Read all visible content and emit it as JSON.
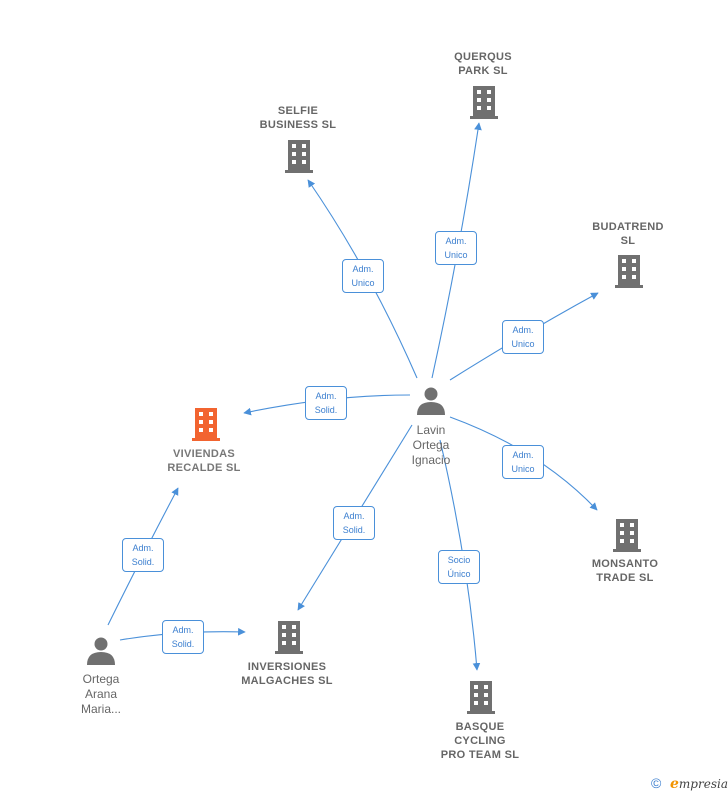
{
  "nodes": {
    "selfie": "SELFIE\nBUSINESS  SL",
    "querqus": "QUERQUS\nPARK  SL",
    "budatrend": "BUDATREND\nSL",
    "viviendas": "VIVIENDAS\nRECALDE SL",
    "monsanto": "MONSANTO\nTRADE  SL",
    "inversiones": "INVERSIONES\nMALGACHES SL",
    "basque": "BASQUE\nCYCLING\nPRO TEAM  SL"
  },
  "persons": {
    "lavin": "Lavin\nOrtega\nIgnacio",
    "ortega": "Ortega\nArana\nMaria..."
  },
  "edges": {
    "selfie": "Adm.\nUnico",
    "querqus": "Adm.\nUnico",
    "budatrend": "Adm.\nUnico",
    "viviendas_lavin": "Adm.\nSolid.",
    "monsanto": "Adm.\nUnico",
    "inversiones_lavin": "Adm.\nSolid.",
    "basque": "Socio\nÚnico",
    "viviendas_ortega": "Adm.\nSolid.",
    "inversiones_ortega": "Adm.\nSolid."
  },
  "colors": {
    "building": "#707070",
    "building_focus": "#f26430",
    "edge": "#4a90d9",
    "person": "#707070"
  },
  "icons": {
    "company": "building-icon",
    "person": "person-icon"
  },
  "footer": {
    "copyright": "©",
    "brand_e": "e",
    "brand_rest": "mpresia"
  }
}
